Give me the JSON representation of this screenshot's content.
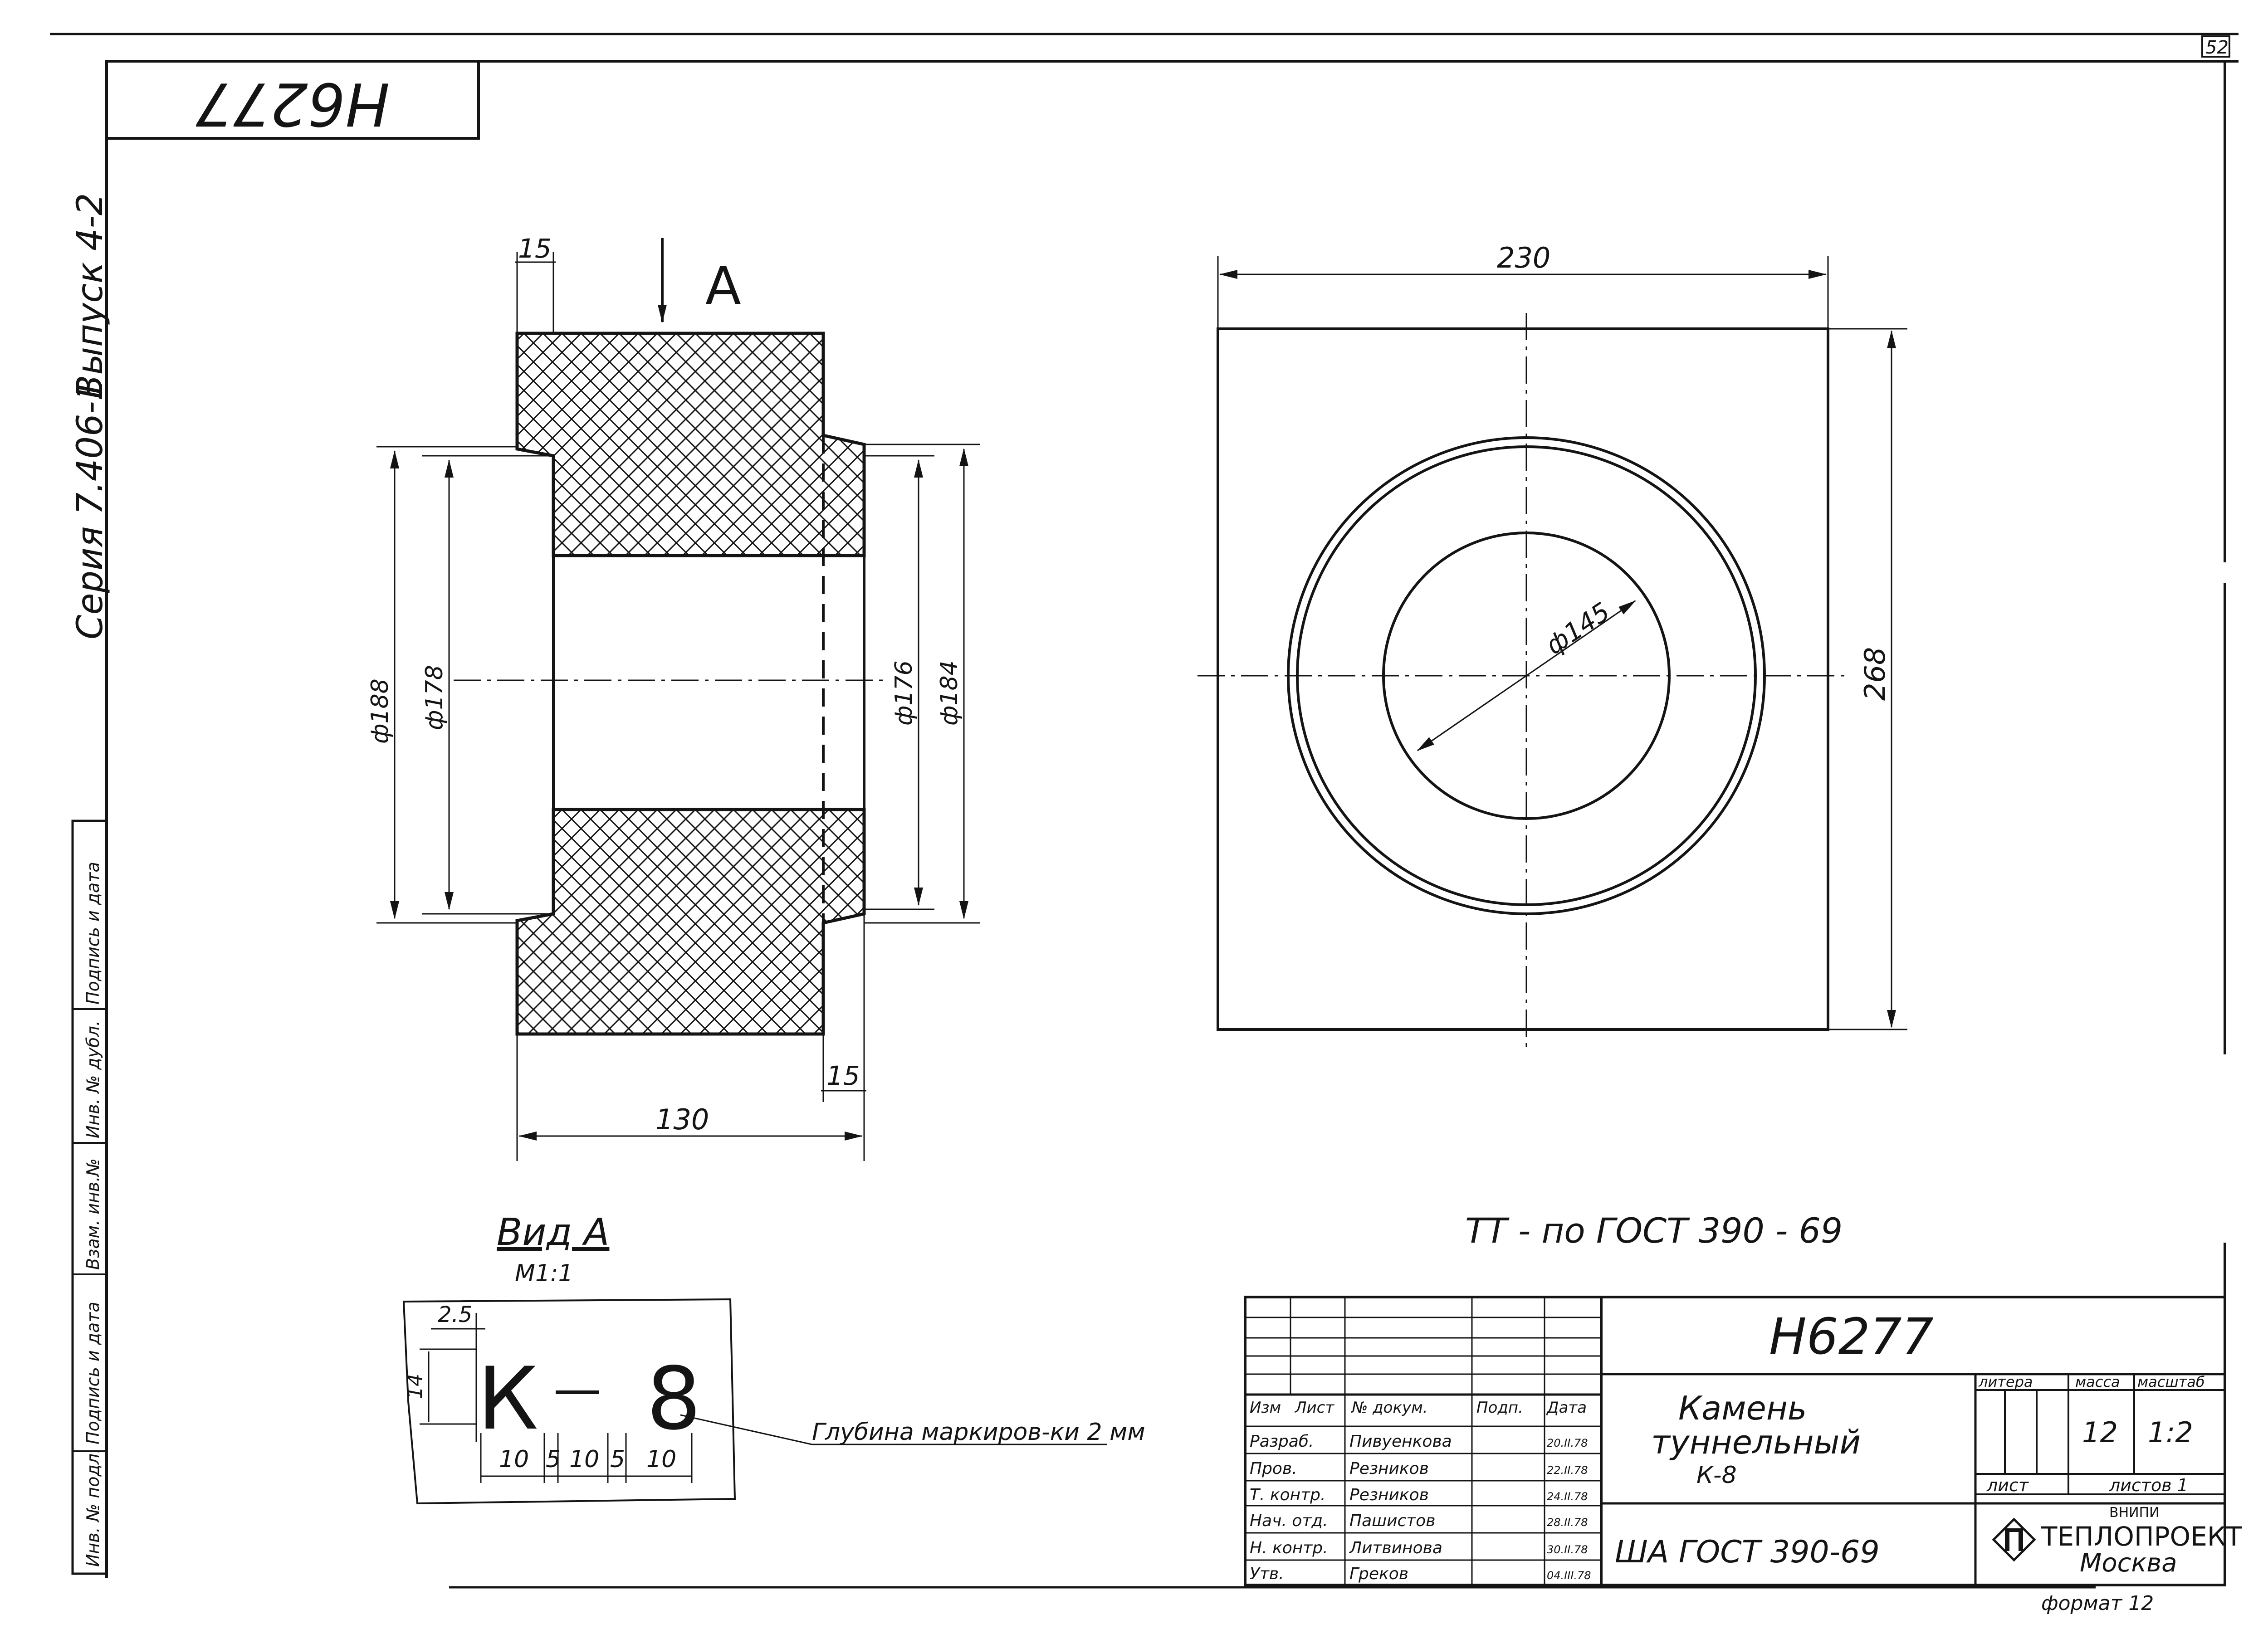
{
  "sheet_number": "52",
  "stamp_code": "Н6277",
  "side_block": {
    "series": "Серия 7.406-1",
    "issue": "Выпуск 4-2",
    "fields": [
      "Инв. № подл.",
      "Подпись и дата",
      "Взам. инв.№",
      "Инв. № дубл.",
      "Подпись и дата"
    ]
  },
  "section_view": {
    "view_arrow_label": "А",
    "dims": {
      "top_flange": "15",
      "bottom_flange": "15",
      "length": "130",
      "d188": "ф188",
      "d178": "ф178",
      "d176": "ф176",
      "d184": "ф184"
    }
  },
  "plan_view": {
    "dims": {
      "width": "230",
      "height": "268",
      "bore": "ф145"
    }
  },
  "tech_note": "ТТ - по ГОСТ 390 - 69",
  "marking_view": {
    "title": "Вид А",
    "scale": "М1:1",
    "letters": [
      "К",
      "8"
    ],
    "dim_top": "2.5",
    "dim_height": "14",
    "dim_chain": [
      "10",
      "5",
      "10",
      "5",
      "10"
    ],
    "note": "Глубина маркиров-ки 2 мм"
  },
  "title_block": {
    "code": "Н6277",
    "name_lines": [
      "Камень",
      "туннельный",
      "К-8"
    ],
    "material": "ША ГОСТ 390-69",
    "headers": [
      "Изм",
      "Лист",
      "№ докум.",
      "Подп.",
      "Дата"
    ],
    "signatures": [
      {
        "role": "Разраб.",
        "name": "Пивуенкова",
        "date": "20.II.78"
      },
      {
        "role": "Пров.",
        "name": "Резников",
        "date": "22.II.78"
      },
      {
        "role": "Т. контр.",
        "name": "Резников",
        "date": "24.II.78"
      },
      {
        "role": "Нач. отд.",
        "name": "Пашистов",
        "date": "28.II.78"
      },
      {
        "role": "Н. контр.",
        "name": "Литвинова",
        "date": "30.II.78"
      },
      {
        "role": "Утв.",
        "name": "Греков",
        "date": "04.III.78"
      }
    ],
    "litera_label": "литера",
    "mass_label": "масса",
    "scale_label": "масштаб",
    "mass": "12",
    "scale": "1:2",
    "sheet_label": "лист",
    "sheets_label": "листов 1",
    "org_small": "ВНИПИ",
    "org": "ТЕПЛОПРОЕКТ",
    "city": "Москва",
    "format": "формат 12"
  }
}
